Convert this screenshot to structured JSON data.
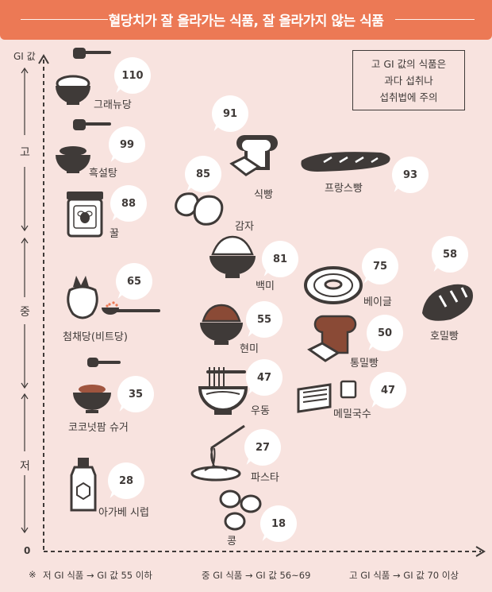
{
  "title": "혈당치가 잘 올라가는 식품, 잘 올라가지 않는 식품",
  "legend": [
    "고 GI 값의 식품은",
    "과다 섭취나",
    "섭취법에 주의"
  ],
  "axis": {
    "top_label": "GI 값",
    "high": "고",
    "mid": "중",
    "low": "저",
    "origin": "0"
  },
  "foods": {
    "granulated_sugar": {
      "name": "그래뉴당",
      "gi": "110"
    },
    "brown_sugar": {
      "name": "흑설탕",
      "gi": "99"
    },
    "honey": {
      "name": "꿀",
      "gi": "88"
    },
    "beet_sugar": {
      "name": "첨채당(비트당)",
      "gi": "65"
    },
    "coconut_sugar": {
      "name": "코코넛팜 슈거",
      "gi": "35"
    },
    "agave_syrup": {
      "name": "아가베 시럽",
      "gi": "28"
    },
    "bread": {
      "name": "식빵",
      "gi": "91"
    },
    "potato": {
      "name": "감자",
      "gi": "85"
    },
    "baguette": {
      "name": "프랑스빵",
      "gi": "93"
    },
    "white_rice": {
      "name": "백미",
      "gi": "81"
    },
    "bagel": {
      "name": "베이글",
      "gi": "75"
    },
    "rye_bread": {
      "name": "호밀빵",
      "gi": "58"
    },
    "brown_rice": {
      "name": "현미",
      "gi": "55"
    },
    "whole_wheat_bread": {
      "name": "통밀빵",
      "gi": "50"
    },
    "udon": {
      "name": "우동",
      "gi": "47"
    },
    "buckwheat_noodles": {
      "name": "메밀국수",
      "gi": "47"
    },
    "pasta": {
      "name": "파스타",
      "gi": "27"
    },
    "beans": {
      "name": "콩",
      "gi": "18"
    }
  },
  "footnotes": {
    "mark": "※",
    "low": "저 GI 식품 → GI 값 55 이하",
    "mid": "중 GI 식품 → GI 값 56~69",
    "high": "고 GI 식품 → GI 값 70 이상"
  }
}
